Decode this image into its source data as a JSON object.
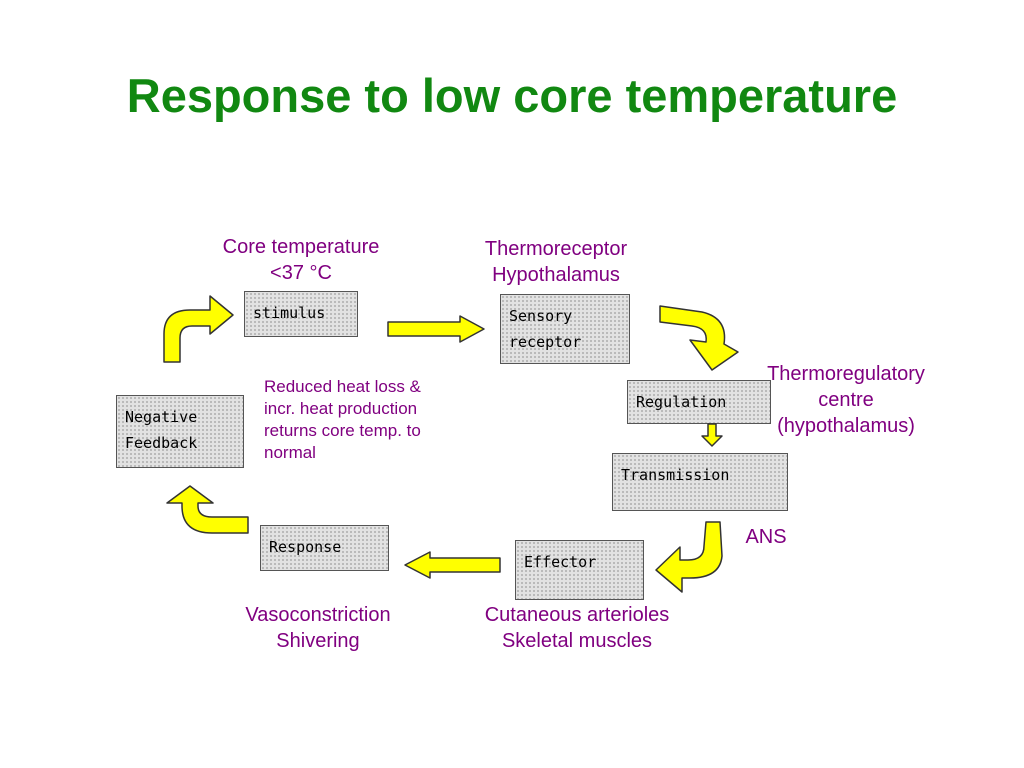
{
  "title": "Response to low core temperature",
  "colors": {
    "title": "#118811",
    "label": "#800080",
    "arrow_fill": "#ffff00",
    "arrow_stroke": "#333333"
  },
  "boxes": {
    "stimulus": "stimulus",
    "sensory_receptor": "Sensory\nreceptor",
    "regulation": "Regulation",
    "transmission": "Transmission",
    "effector": "Effector",
    "response": "Response",
    "negative_feedback": "Negative\nFeedback"
  },
  "labels": {
    "core_temperature": "Core temperature\n<37 °C",
    "thermoreceptor": "Thermoreceptor\nHypothalamus",
    "thermoregulatory": "Thermoregulatory\ncentre\n(hypothalamus)",
    "ans": "ANS",
    "cutaneous": "Cutaneous arterioles\nSkeletal muscles",
    "vasoconstriction": "Vasoconstriction\nShivering"
  },
  "note": "Reduced heat loss &\nincr. heat production\nreturns core temp. to\nnormal"
}
